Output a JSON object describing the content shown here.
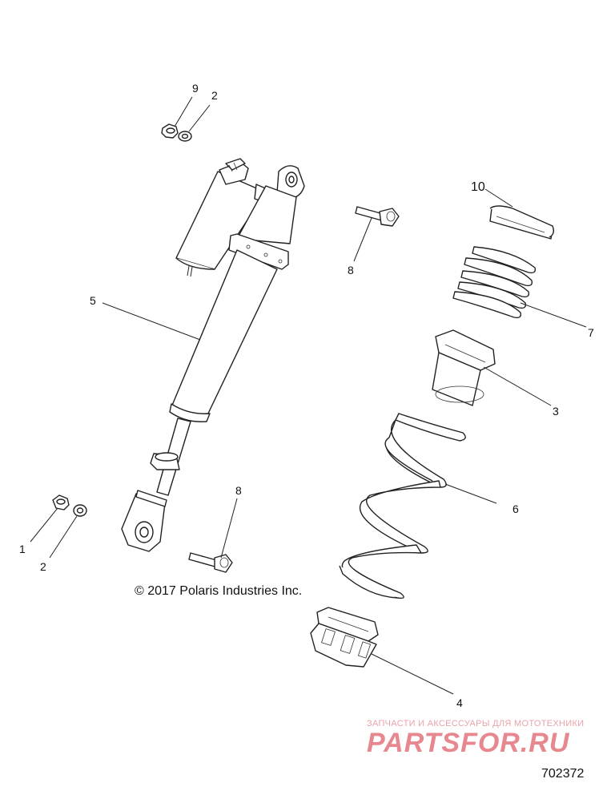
{
  "callouts": [
    {
      "id": "c9",
      "label": "9"
    },
    {
      "id": "c2a",
      "label": "2"
    },
    {
      "id": "c10",
      "label": "10"
    },
    {
      "id": "c8a",
      "label": "8"
    },
    {
      "id": "c5",
      "label": "5"
    },
    {
      "id": "c7",
      "label": "7"
    },
    {
      "id": "c3",
      "label": "3"
    },
    {
      "id": "c6",
      "label": "6"
    },
    {
      "id": "c8b",
      "label": "8"
    },
    {
      "id": "c1",
      "label": "1"
    },
    {
      "id": "c2b",
      "label": "2"
    },
    {
      "id": "c4",
      "label": "4"
    }
  ],
  "copyright": "© 2017 Polaris Industries Inc.",
  "watermark": {
    "tagline": "ЗАПЧАСТИ И АКСЕССУАРЫ ДЛЯ МОТОТЕХНИКИ",
    "brand": "PARTSFOR.RU"
  },
  "diagram_id": "702372",
  "colors": {
    "line": "#222222",
    "watermark": "#e7878f",
    "background": "#ffffff"
  }
}
